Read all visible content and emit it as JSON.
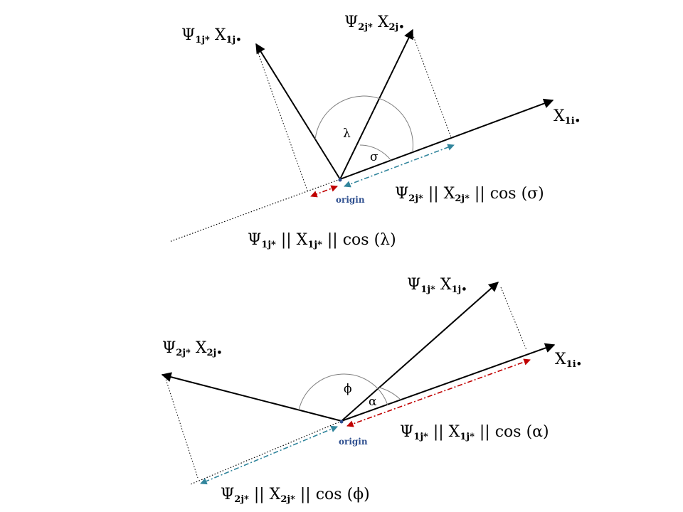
{
  "diagram_top": {
    "vec_a": {
      "sym": "Ψ",
      "s1": "1j*",
      "mid": " X",
      "s2": "1j•"
    },
    "vec_b": {
      "sym": "Ψ",
      "s1": "2j*",
      "mid": " X",
      "s2": "2j•"
    },
    "axis": {
      "sym": "X",
      "s1": "1i•"
    },
    "angle_outer": "λ",
    "angle_inner": "σ",
    "origin": "origin",
    "proj_b": {
      "p1": "Ψ",
      "s1": "2j*",
      "p2": " || X",
      "s2": "2j*",
      "p3": " || cos (σ)"
    },
    "proj_a": {
      "p1": "Ψ",
      "s1": "1j*",
      "p2": " || X",
      "s2": "1j*",
      "p3": " || cos (λ)"
    }
  },
  "diagram_bottom": {
    "vec_a": {
      "sym": "Ψ",
      "s1": "1j*",
      "mid": " X",
      "s2": "1j•"
    },
    "vec_b": {
      "sym": "Ψ",
      "s1": "2j*",
      "mid": " X",
      "s2": "2j•"
    },
    "axis": {
      "sym": "X",
      "s1": "1i•"
    },
    "angle_outer": "ϕ",
    "angle_inner": "α",
    "origin": "origin",
    "proj_a": {
      "p1": "Ψ",
      "s1": "1j*",
      "p2": " || X",
      "s2": "1j*",
      "p3": " || cos (α)"
    },
    "proj_b": {
      "p1": "Ψ",
      "s1": "2j*",
      "p2": " || X",
      "s2": "2j*",
      "p3": " || cos (ϕ)"
    }
  },
  "colors": {
    "red": "#c00000",
    "blue": "#31859c",
    "origin_text": "#2e4f8f",
    "line": "#000000",
    "arc": "#7f7f7f"
  }
}
